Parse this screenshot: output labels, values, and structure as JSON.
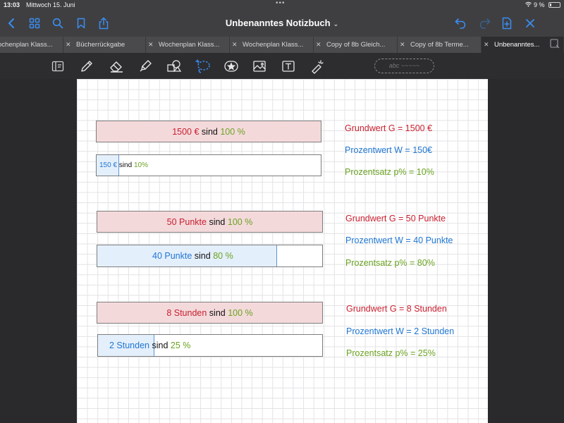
{
  "status": {
    "time": "13:03",
    "date": "Mittwoch 15. Juni",
    "battery": "9 %"
  },
  "header": {
    "title": "Unbenanntes Notizbuch",
    "icons": [
      "chevron-left-icon",
      "grid-icon",
      "search-icon",
      "bookmark-icon",
      "share-icon",
      "undo-icon",
      "redo-icon",
      "add-page-icon",
      "close-icon"
    ]
  },
  "tabs": [
    {
      "label": "ochenplan Klass..."
    },
    {
      "label": "Bücherrückgabe"
    },
    {
      "label": "Wochenplan Klass..."
    },
    {
      "label": "Wochenplan Klass..."
    },
    {
      "label": "Copy of  8b Gleich..."
    },
    {
      "label": "Copy of 8b Terme..."
    },
    {
      "label": "Unbenanntes..."
    }
  ],
  "toolbar": {
    "text_tool_placeholder": "abc ~~~~~",
    "tools": [
      "page-layout-icon",
      "pen-icon",
      "eraser-icon",
      "highlighter-icon",
      "shapes-icon",
      "lasso-icon",
      "sticker-icon",
      "image-icon",
      "text-icon",
      "laser-pointer-icon"
    ]
  },
  "colors": {
    "grundwert": "#c91f2f",
    "prozentwert": "#1f76d2",
    "prozentsatz": "#6aa321"
  },
  "examples": [
    {
      "whole": {
        "value": "1500 €",
        "word": "sind",
        "percent": "100 %"
      },
      "part": {
        "value": "150 €",
        "word": "sind",
        "percent": "10%",
        "fraction": 0.1
      },
      "lines": {
        "g": "Grundwert G = 1500 €",
        "w": "Prozentwert W = 150€",
        "p": "Prozentsatz p% = 10%"
      }
    },
    {
      "whole": {
        "value": "50 Punkte",
        "word": "sind",
        "percent": "100 %"
      },
      "part": {
        "value": "40 Punkte",
        "word": "sind",
        "percent": "80 %",
        "fraction": 0.8
      },
      "lines": {
        "g": "Grundwert G = 50 Punkte",
        "w": "Prozentwert W = 40 Punkte",
        "p": "Prozentsatz p% = 80%"
      }
    },
    {
      "whole": {
        "value": "8 Stunden",
        "word": "sind",
        "percent": "100 %"
      },
      "part": {
        "value": "2 Stunden",
        "word": "sind",
        "percent": "25 %",
        "fraction": 0.25
      },
      "lines": {
        "g": "Grundwert G = 8 Stunden",
        "w": "Prozentwert W = 2 Stunden",
        "p": "Prozentsatz p% = 25%"
      }
    }
  ]
}
